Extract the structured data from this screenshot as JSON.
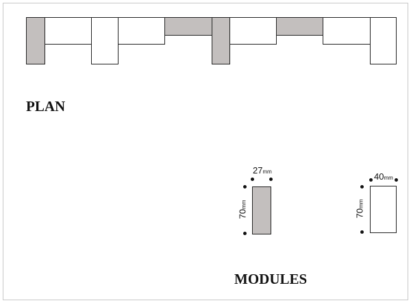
{
  "plan": {
    "title": "PLAN",
    "modules_sequence": [
      "narrow-gray-deep",
      "wide-white",
      "narrow-white-deep",
      "wide-white",
      "wide-gray-shallow",
      "narrow-gray-deep",
      "wide-white",
      "wide-gray-shallow",
      "wide-white",
      "narrow-white-deep"
    ]
  },
  "modules": {
    "title": "MODULES",
    "narrow": {
      "width_value": "27",
      "height_value": "70",
      "unit": "mm",
      "fill": "#c3bfbe"
    },
    "wide": {
      "width_value": "40",
      "height_value": "70",
      "unit": "mm",
      "fill": "#ffffff"
    }
  }
}
